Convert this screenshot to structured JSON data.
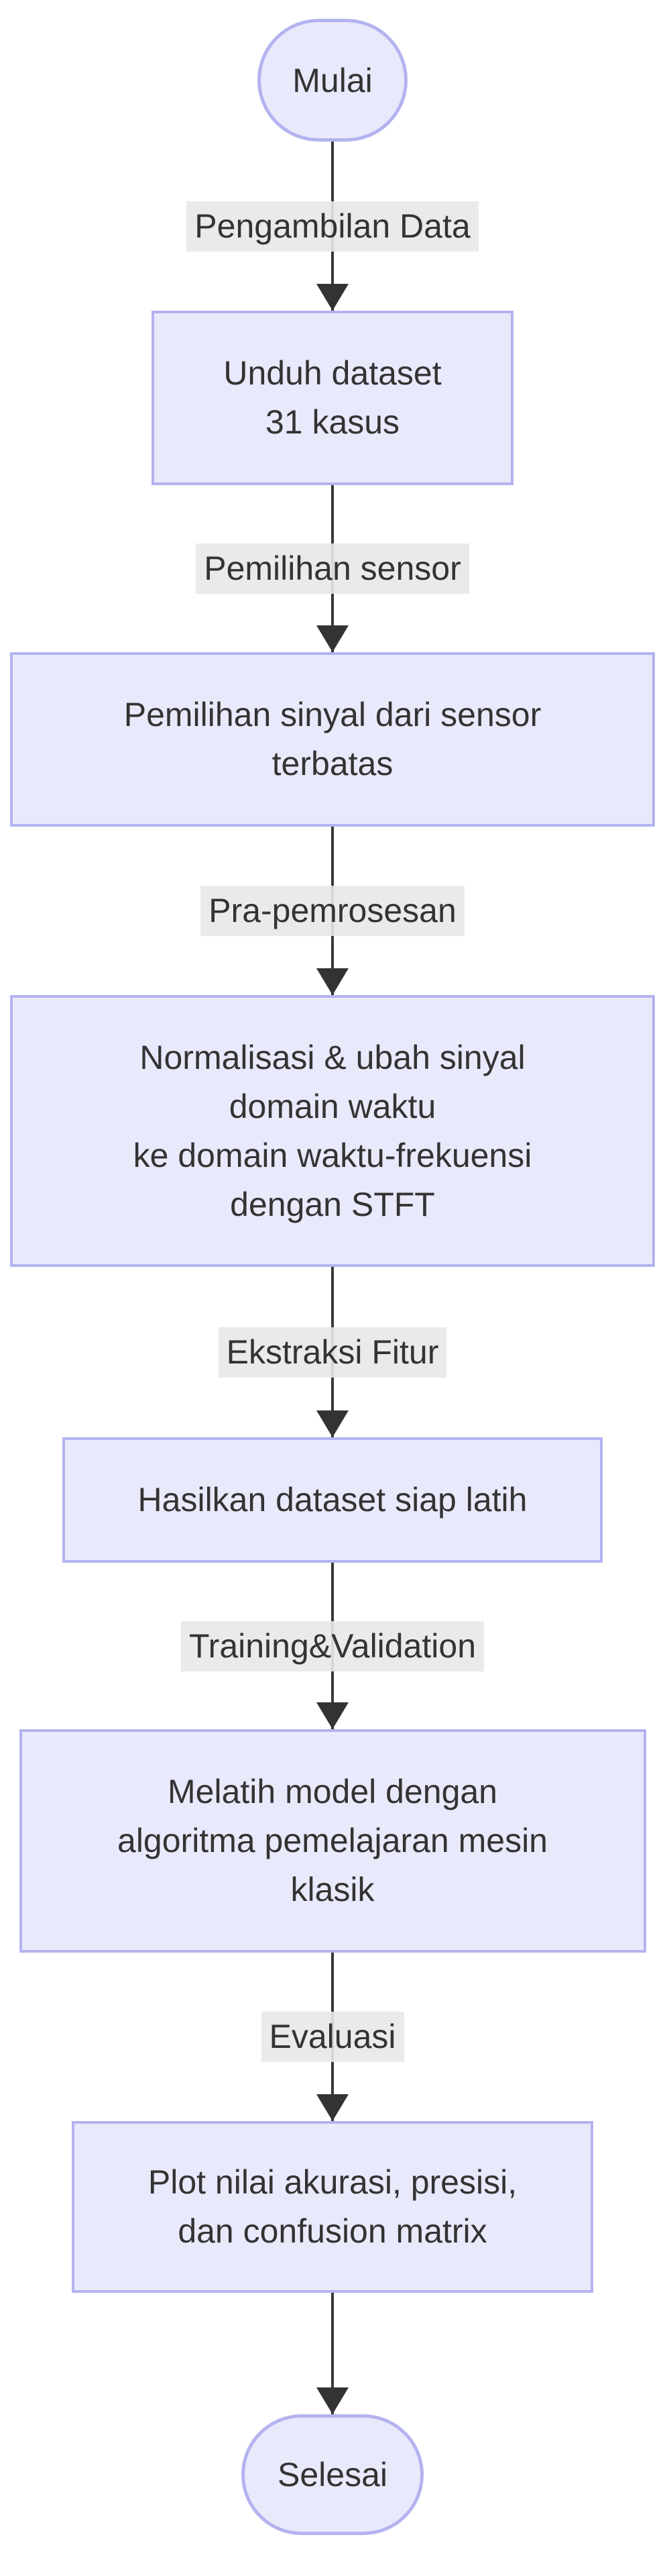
{
  "diagram": {
    "type": "flowchart-top-down",
    "start": {
      "label": "Mulai"
    },
    "end": {
      "label": "Selesai"
    },
    "steps": [
      {
        "edge_label": "Pengambilan Data",
        "lines": [
          "Unduh dataset",
          "31 kasus"
        ]
      },
      {
        "edge_label": "Pemilihan sensor",
        "lines": [
          "Pemilihan sinyal dari sensor",
          "terbatas"
        ]
      },
      {
        "edge_label": "Pra-pemrosesan",
        "lines": [
          "Normalisasi & ubah sinyal",
          "domain waktu",
          "ke domain waktu-frekuensi",
          "dengan STFT"
        ]
      },
      {
        "edge_label": "Ekstraksi Fitur",
        "lines": [
          "Hasilkan dataset siap latih"
        ]
      },
      {
        "edge_label": "Training&Validation",
        "lines": [
          "Melatih model dengan",
          "algoritma pemelajaran mesin",
          "klasik"
        ]
      },
      {
        "edge_label": "Evaluasi",
        "lines": [
          "Plot nilai akurasi, presisi,",
          "dan confusion matrix"
        ]
      }
    ],
    "colors": {
      "node_fill": "#e9e9fc",
      "node_border": "#b3b3f0",
      "edge_label_bg": "#e8e8e8",
      "text": "#333333",
      "arrow": "#333333"
    }
  }
}
